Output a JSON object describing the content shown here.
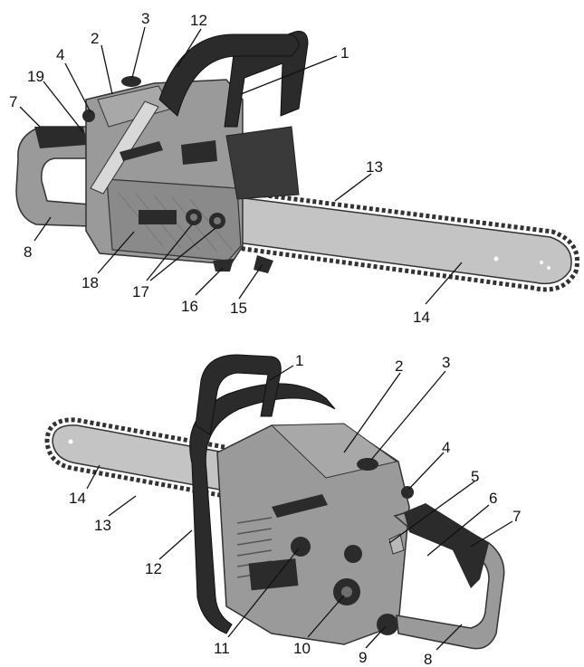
{
  "figure": {
    "top_view": {
      "labels": [
        "1",
        "2",
        "3",
        "4",
        "7",
        "8",
        "12",
        "13",
        "14",
        "15",
        "16",
        "17",
        "18",
        "19"
      ]
    },
    "bottom_view": {
      "labels": [
        "1",
        "2",
        "3",
        "4",
        "5",
        "6",
        "7",
        "8",
        "9",
        "10",
        "11",
        "12",
        "13",
        "14"
      ]
    },
    "colors": {
      "body": "#9a9a9a",
      "body_dark": "#6e6e6e",
      "handle": "#2b2b2b",
      "bar": "#c4c4c4",
      "chain": "#3a3a3a",
      "line": "#111111"
    }
  }
}
